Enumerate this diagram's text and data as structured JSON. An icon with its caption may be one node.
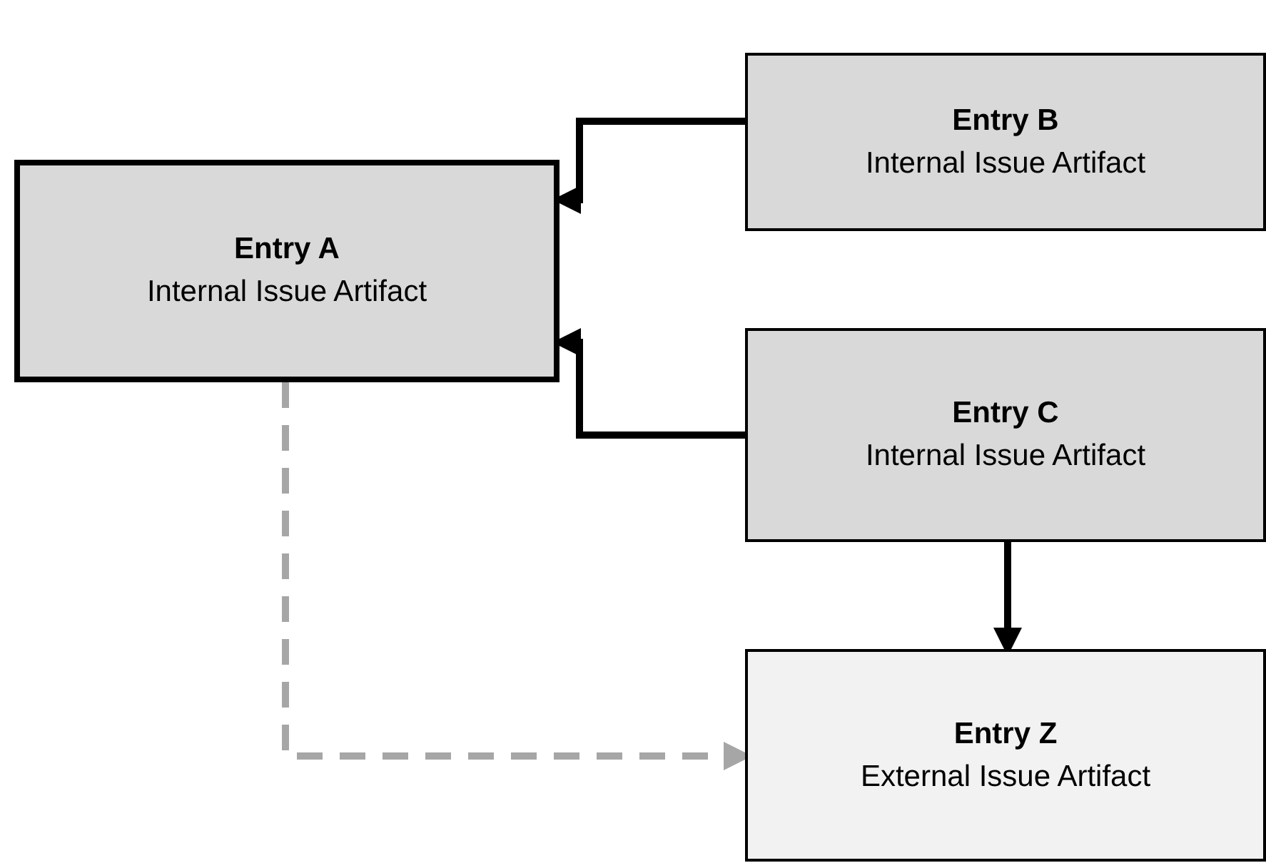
{
  "diagram": {
    "nodes": [
      {
        "text": [
          "Entry A",
          "Internal Issue Artifact"
        ]
      },
      {
        "text": [
          "Entry B",
          "Internal Issue Artifact"
        ]
      },
      {
        "text": [
          "Entry C",
          "Internal Issue Artifact"
        ]
      },
      {
        "text": [
          "Entry Z",
          "External Issue Artifact"
        ]
      }
    ],
    "edges": [
      {
        "from": 1,
        "to": 0,
        "arrow": "to"
      },
      {
        "from": 2,
        "to": 0,
        "arrow": "to"
      },
      {
        "from": 2,
        "to": 3,
        "arrow": "to"
      },
      {
        "from": 0,
        "to": 3,
        "arrow": "to",
        "style": "dashed",
        "color": "#a6a6a6"
      }
    ]
  }
}
